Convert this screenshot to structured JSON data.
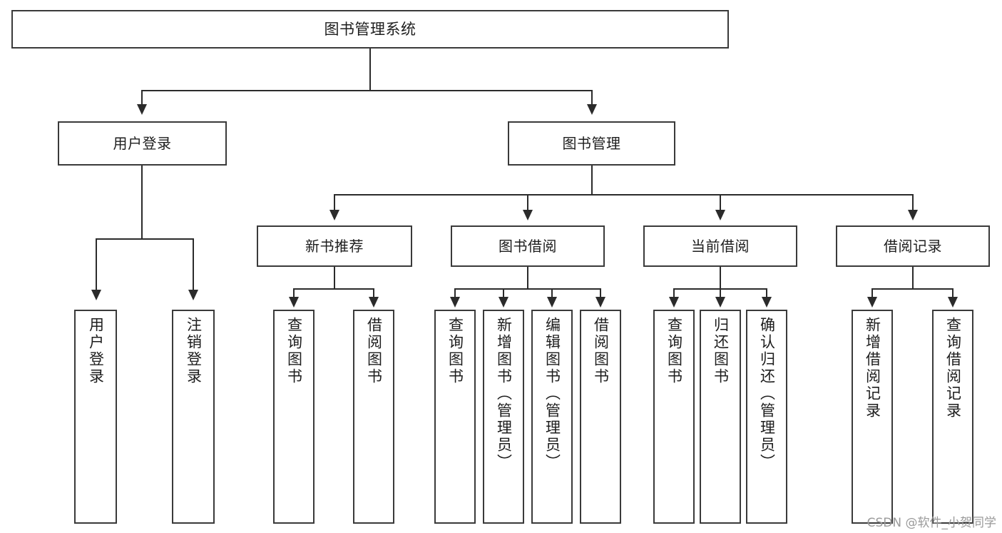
{
  "diagram": {
    "type": "tree",
    "title": "图书管理系统",
    "watermark": "CSDN @软件_小贺同学",
    "colors": {
      "box_border": "#3a3a3a",
      "connector": "#2b2b2b",
      "background": "#ffffff",
      "text": "#1d1d1d",
      "watermark": "#9a9a9a"
    },
    "root": {
      "label": "图书管理系统"
    },
    "level2": [
      {
        "label": "用户登录"
      },
      {
        "label": "图书管理"
      }
    ],
    "level3": [
      {
        "label": "新书推荐"
      },
      {
        "label": "图书借阅"
      },
      {
        "label": "当前借阅"
      },
      {
        "label": "借阅记录"
      }
    ],
    "leaves": {
      "user_login": [
        {
          "label": "用户登录"
        },
        {
          "label": "注销登录"
        }
      ],
      "new_book_recommend": [
        {
          "label": "查询图书"
        },
        {
          "label": "借阅图书"
        }
      ],
      "book_borrow": [
        {
          "label": "查询图书"
        },
        {
          "label": "新增图书（管理员）"
        },
        {
          "label": "编辑图书（管理员）"
        },
        {
          "label": "借阅图书"
        }
      ],
      "current_borrow": [
        {
          "label": "查询图书"
        },
        {
          "label": "归还图书"
        },
        {
          "label": "确认归还（管理员）"
        }
      ],
      "borrow_record": [
        {
          "label": "新增借阅记录"
        },
        {
          "label": "查询借阅记录"
        }
      ]
    }
  }
}
